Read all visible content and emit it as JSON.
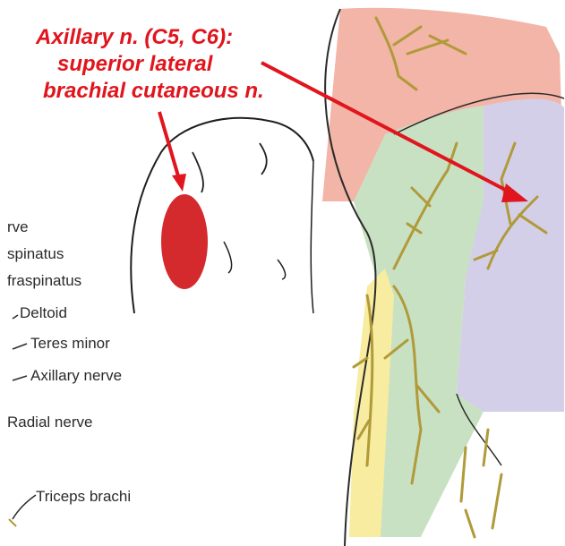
{
  "title": {
    "lines": [
      "Axillary n. (C5, C6):",
      "superior lateral",
      "brachial cutaneous n."
    ]
  },
  "left_labels": [
    "rve",
    "spinatus",
    "fraspinatus",
    "Deltoid",
    "Teres minor",
    "Axillary nerve",
    "Radial nerve",
    "Triceps brachi"
  ],
  "colors": {
    "title_red": "#e0151d",
    "spot_red": "#d42a2e",
    "region_pink": "#f2b5a7",
    "region_green": "#c9e1c3",
    "region_purple": "#d3cfe8",
    "region_yellow": "#f7ec9f",
    "nerve_branch": "#b09a3a"
  }
}
